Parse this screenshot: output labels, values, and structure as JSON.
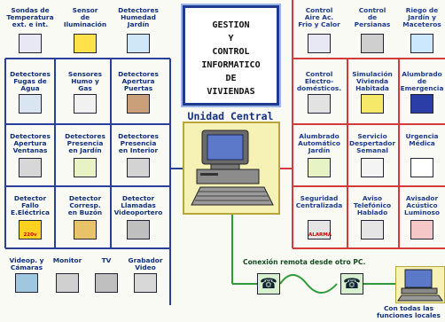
{
  "title": "GESTION\nY\nCONTROL\nINFORMATICO\nDE\nVIVIENDAS",
  "central_unit": "Unidad Central",
  "remote_connection": "Conexión remota desde otro PC.",
  "bottom_note": "Con todas las\nfunciones locales",
  "left_items": [
    {
      "label": "Sondas de\nTemperatura\next. e int.",
      "icon": "thermometer-icon"
    },
    {
      "label": "Sensor\nde\nIluminación",
      "icon": "light-sensor-icon"
    },
    {
      "label": "Detectores\nHumedad\nJardín",
      "icon": "humidity-sensor-icon"
    },
    {
      "label": "Detectores\nFugas de\nAgua",
      "icon": "water-leak-icon"
    },
    {
      "label": "Sensores\nHumo y\nGas",
      "icon": "smoke-sensor-icon"
    },
    {
      "label": "Detectores\nApertura\nPuertas",
      "icon": "door-sensor-icon"
    },
    {
      "label": "Detectores\nApertura\nVentanas",
      "icon": "window-sensor-icon"
    },
    {
      "label": "Detectores\nPresencia\nen Jardín",
      "icon": "garden-presence-icon"
    },
    {
      "label": "Detectores\nPresencia\nen Interior",
      "icon": "indoor-presence-icon"
    },
    {
      "label": "Detector\nFallo\nE.Eléctrica",
      "icon": "power-failure-icon",
      "badge": "220v"
    },
    {
      "label": "Detector\nCorresp.\nen Buzón",
      "icon": "mailbox-icon"
    },
    {
      "label": "Detector\nLlamadas\nVideoportero",
      "icon": "videophone-icon"
    },
    {
      "label": "Videop. y\nCámaras",
      "icon": "camera-icon"
    },
    {
      "label": "Monitor",
      "icon": "monitor-icon"
    },
    {
      "label": "TV",
      "icon": "tv-icon"
    },
    {
      "label": "Grabador\nVideo",
      "icon": "vcr-icon"
    }
  ],
  "right_items": [
    {
      "label": "Control\nAire Ac.\nFrio y Calor",
      "icon": "air-conditioner-icon"
    },
    {
      "label": "Control\nde\nPersianas",
      "icon": "blinds-icon"
    },
    {
      "label": "Riego de\nJardín y\nMaceteros",
      "icon": "sprinkler-icon"
    },
    {
      "label": "Control\nElectro-\ndomésticos.",
      "icon": "appliance-icon"
    },
    {
      "label": "Simulación\nVivienda\nHabitada",
      "icon": "simulation-icon"
    },
    {
      "label": "Alumbrado\nde\nEmergencia",
      "icon": "emergency-light-icon"
    },
    {
      "label": "Alumbrado\nAutomático\nJardín",
      "icon": "garden-light-icon"
    },
    {
      "label": "Servicio\nDespertador\nSemanal",
      "icon": "alarm-clock-icon"
    },
    {
      "label": "Urgencia\nMédica",
      "icon": "medical-cross-icon"
    },
    {
      "label": "Seguridad\nCentralizada",
      "icon": "security-panel-icon",
      "badge": "ALARMA"
    },
    {
      "label": "Aviso\nTelefónico\nHablado",
      "icon": "telephone-icon"
    },
    {
      "label": "Avisador\nAcústico\nLuminoso",
      "icon": "siren-icon"
    }
  ]
}
